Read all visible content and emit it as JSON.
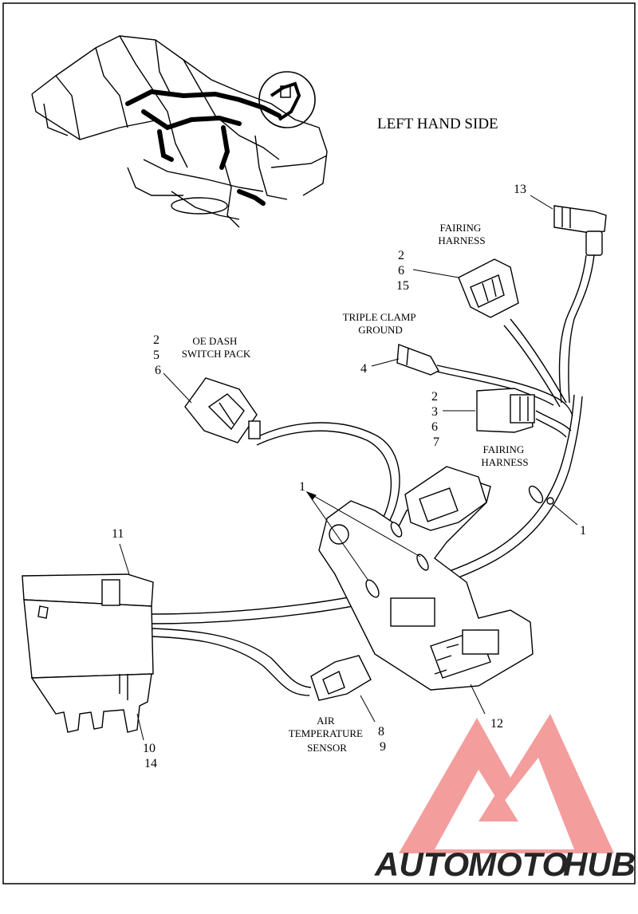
{
  "title": "LEFT HAND SIDE",
  "labels": {
    "fairing_harness_top": [
      "FAIRING",
      "HARNESS"
    ],
    "fairing_harness_mid": [
      "FAIRING",
      "HARNESS"
    ],
    "triple_clamp_ground": [
      "TRIPLE CLAMP",
      "GROUND"
    ],
    "oe_dash_switch_pack": [
      "OE DASH",
      "SWITCH PACK"
    ],
    "air_temperature_sensor": [
      "AIR",
      "TEMPERATURE",
      "SENSOR"
    ]
  },
  "callouts": {
    "c13": [
      "13"
    ],
    "fairing_top_refs": [
      "2",
      "6",
      "15"
    ],
    "ground_ref": [
      "4"
    ],
    "dash_refs": [
      "2",
      "5",
      "6"
    ],
    "fairing_mid_refs": [
      "2",
      "3",
      "6",
      "7"
    ],
    "clip_left": [
      "1"
    ],
    "clip_right": [
      "1"
    ],
    "c11": [
      "11"
    ],
    "c10_14": [
      "10",
      "14"
    ],
    "sensor_refs": [
      "8",
      "9"
    ],
    "c12": [
      "12"
    ]
  },
  "watermark": {
    "auto": "AUTO",
    "moto": "MOTO",
    "hub": "HUB",
    "colors": {
      "auto": "#f5b87a",
      "moto": "#f28c8c",
      "hub": "#9e9e9e",
      "triangle": "#f07d7d"
    }
  }
}
